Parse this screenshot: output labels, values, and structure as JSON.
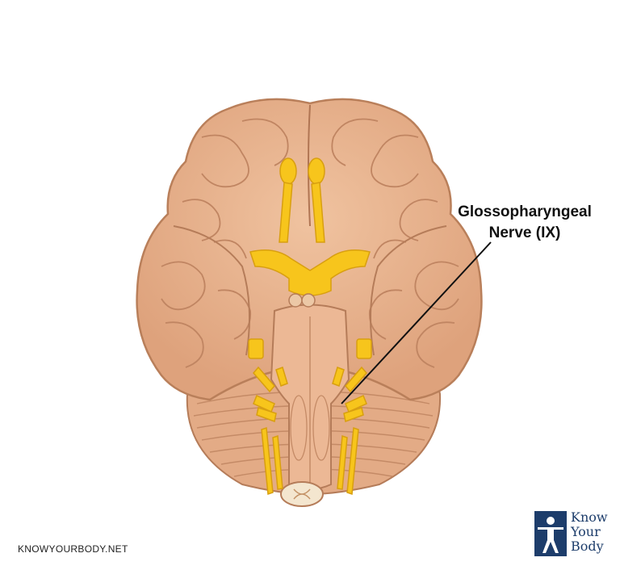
{
  "label": {
    "line1": "Glossopharyngeal",
    "line2": "Nerve (IX)"
  },
  "footer": {
    "site": "KNOWYOURBODY.NET"
  },
  "logo": {
    "line1": "Know",
    "line2": "Your",
    "line3": "Body"
  },
  "colors": {
    "brain": "#e9b48f",
    "brain_shadow": "#c98f6a",
    "nerve": "#f7c51c",
    "logo": "#1d3d6b"
  }
}
